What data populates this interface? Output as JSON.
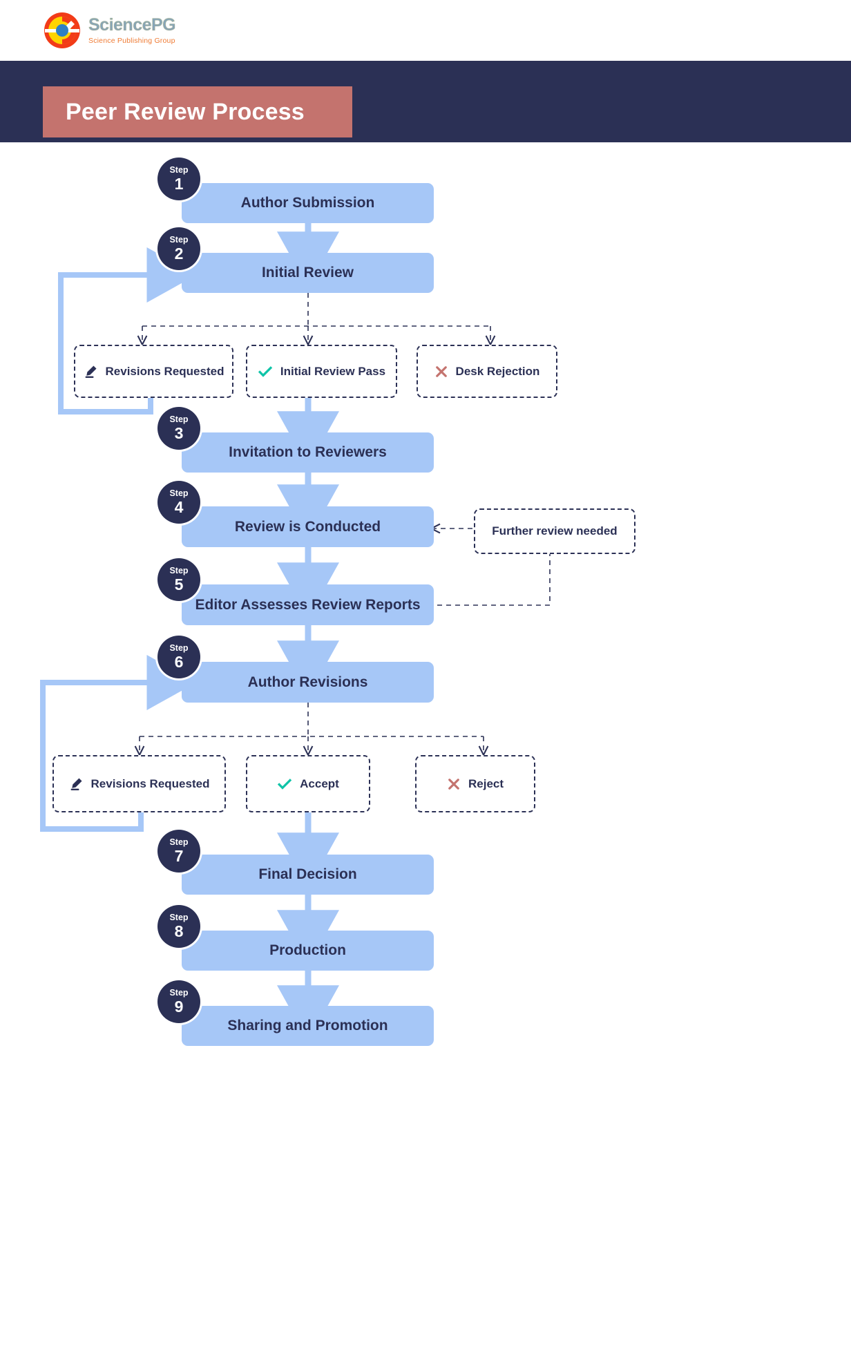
{
  "logo": {
    "title": "SciencePG",
    "subtitle": "Science Publishing Group",
    "icon": "sciencepg-logo-icon"
  },
  "header": {
    "title": "Peer Review Process",
    "background_color": "#2b3055",
    "banner_color": "#c4736e",
    "title_color": "#ffffff"
  },
  "colors": {
    "step_box": "#a6c7f7",
    "step_text": "#2b3055",
    "badge": "#2b3055",
    "connector": "#a6c7f7",
    "dashed_border": "#2b3055",
    "check_teal": "#10c4a8",
    "cross_red": "#c4736e",
    "pencil": "#2b3055",
    "page_background": "#ffffff"
  },
  "chart_data": {
    "type": "diagram",
    "title": "Peer Review Process",
    "flow": "vertical-flowchart",
    "steps": [
      {
        "step": 1,
        "step_label": "Step",
        "label": "Author Submission"
      },
      {
        "step": 2,
        "step_label": "Step",
        "label": "Initial Review"
      },
      {
        "step": 3,
        "step_label": "Step",
        "label": "Invitation to Reviewers"
      },
      {
        "step": 4,
        "step_label": "Step",
        "label": "Review is Conducted"
      },
      {
        "step": 5,
        "step_label": "Step",
        "label": "Editor Assesses Review Reports"
      },
      {
        "step": 6,
        "step_label": "Step",
        "label": "Author Revisions"
      },
      {
        "step": 7,
        "step_label": "Step",
        "label": "Final Decision"
      },
      {
        "step": 8,
        "step_label": "Step",
        "label": "Production"
      },
      {
        "step": 9,
        "step_label": "Step",
        "label": "Sharing and Promotion"
      }
    ],
    "decisions_after_step_2": [
      {
        "label": "Revisions Requested",
        "icon": "pencil-icon",
        "outcome": "loop-back-to-step-2"
      },
      {
        "label": "Initial Review Pass",
        "icon": "check-icon",
        "outcome": "continue-to-step-3"
      },
      {
        "label": "Desk Rejection",
        "icon": "cross-icon",
        "outcome": "terminate"
      }
    ],
    "decisions_after_step_6": [
      {
        "label": "Revisions Requested",
        "icon": "pencil-icon",
        "outcome": "loop-back-to-step-6"
      },
      {
        "label": "Accept",
        "icon": "check-icon",
        "outcome": "continue-to-step-7"
      },
      {
        "label": "Reject",
        "icon": "cross-icon",
        "outcome": "terminate"
      }
    ],
    "notes": [
      {
        "label": "Further review needed",
        "from": "Editor Assesses Review Reports",
        "to": "Review is Conducted"
      }
    ]
  }
}
